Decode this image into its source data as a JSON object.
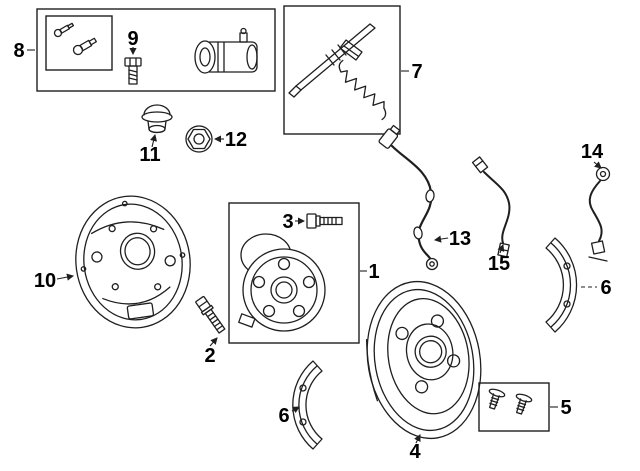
{
  "figure": {
    "kind": "exploded-parts-diagram",
    "subject": "rear-drum-brake-assembly",
    "background_color": "#ffffff",
    "line_color": "#1f1f1f",
    "label_color": "#000000"
  },
  "callouts": {
    "n1": "1",
    "n2": "2",
    "n3": "3",
    "n4": "4",
    "n5": "5",
    "n6_right": "6",
    "n6_bottom": "6",
    "n7": "7",
    "n8": "8",
    "n9": "9",
    "n10": "10",
    "n11": "11",
    "n12": "12",
    "n13": "13",
    "n14": "14",
    "n15": "15"
  }
}
